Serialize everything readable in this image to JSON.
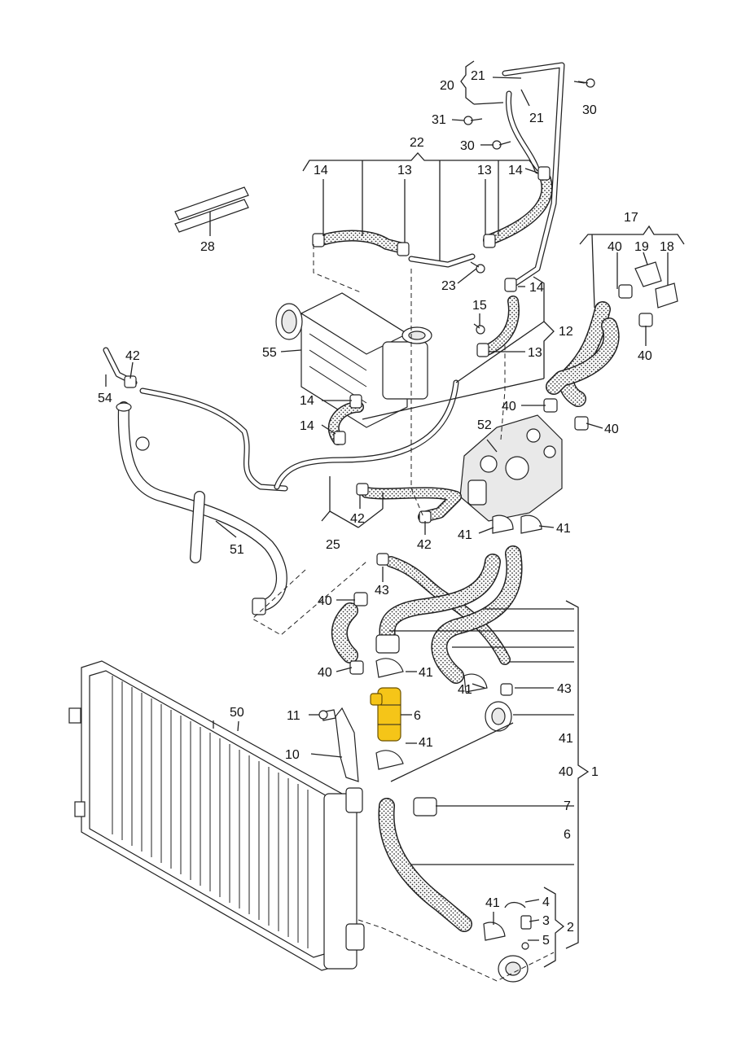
{
  "diagram": {
    "highlight_color": "#f5c518",
    "labels": {
      "l1": "1",
      "l2": "2",
      "l3": "3",
      "l4": "4",
      "l5": "5",
      "l6a": "6",
      "l6b": "6",
      "l7": "7",
      "l10": "10",
      "l11": "11",
      "l12": "12",
      "l13a": "13",
      "l13b": "13",
      "l13c": "13",
      "l14a": "14",
      "l14b": "14",
      "l14c": "14",
      "l14d": "14",
      "l14e": "14",
      "l15": "15",
      "l17": "17",
      "l18": "18",
      "l19": "19",
      "l20": "20",
      "l21a": "21",
      "l21b": "21",
      "l22": "22",
      "l23": "23",
      "l25": "25",
      "l28": "28",
      "l30a": "30",
      "l30b": "30",
      "l31": "31",
      "l40a": "40",
      "l40b": "40",
      "l40c": "40",
      "l40d": "40",
      "l40e": "40",
      "l40f": "40",
      "l40g": "40",
      "l41a": "41",
      "l41b": "41",
      "l41c": "41",
      "l41d": "41",
      "l41e": "41",
      "l41f": "41",
      "l41g": "41",
      "l42a": "42",
      "l42b": "42",
      "l42c": "42",
      "l43a": "43",
      "l43b": "43",
      "l50": "50",
      "l51": "51",
      "l52": "52",
      "l54": "54",
      "l55": "55"
    }
  }
}
